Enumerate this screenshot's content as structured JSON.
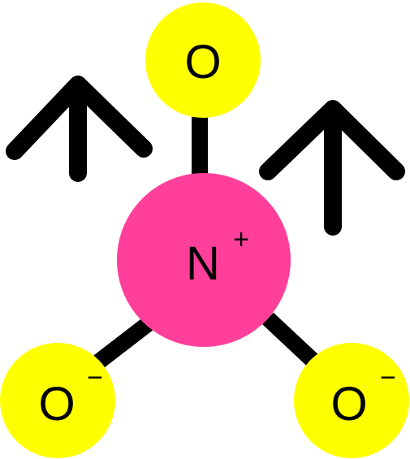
{
  "colors": {
    "oxygen": "#ffff00",
    "nitrogen": "#ff3f9a",
    "bond": "#000000",
    "arrow": "#000000"
  },
  "atoms": {
    "top_oxygen": {
      "symbol": "O",
      "charge": ""
    },
    "nitrogen": {
      "symbol": "N",
      "charge": "+"
    },
    "left_oxygen": {
      "symbol": "O",
      "charge": "−"
    },
    "right_oxygen": {
      "symbol": "O",
      "charge": "−"
    }
  },
  "arrows": [
    {
      "direction": "up"
    },
    {
      "direction": "up"
    }
  ]
}
